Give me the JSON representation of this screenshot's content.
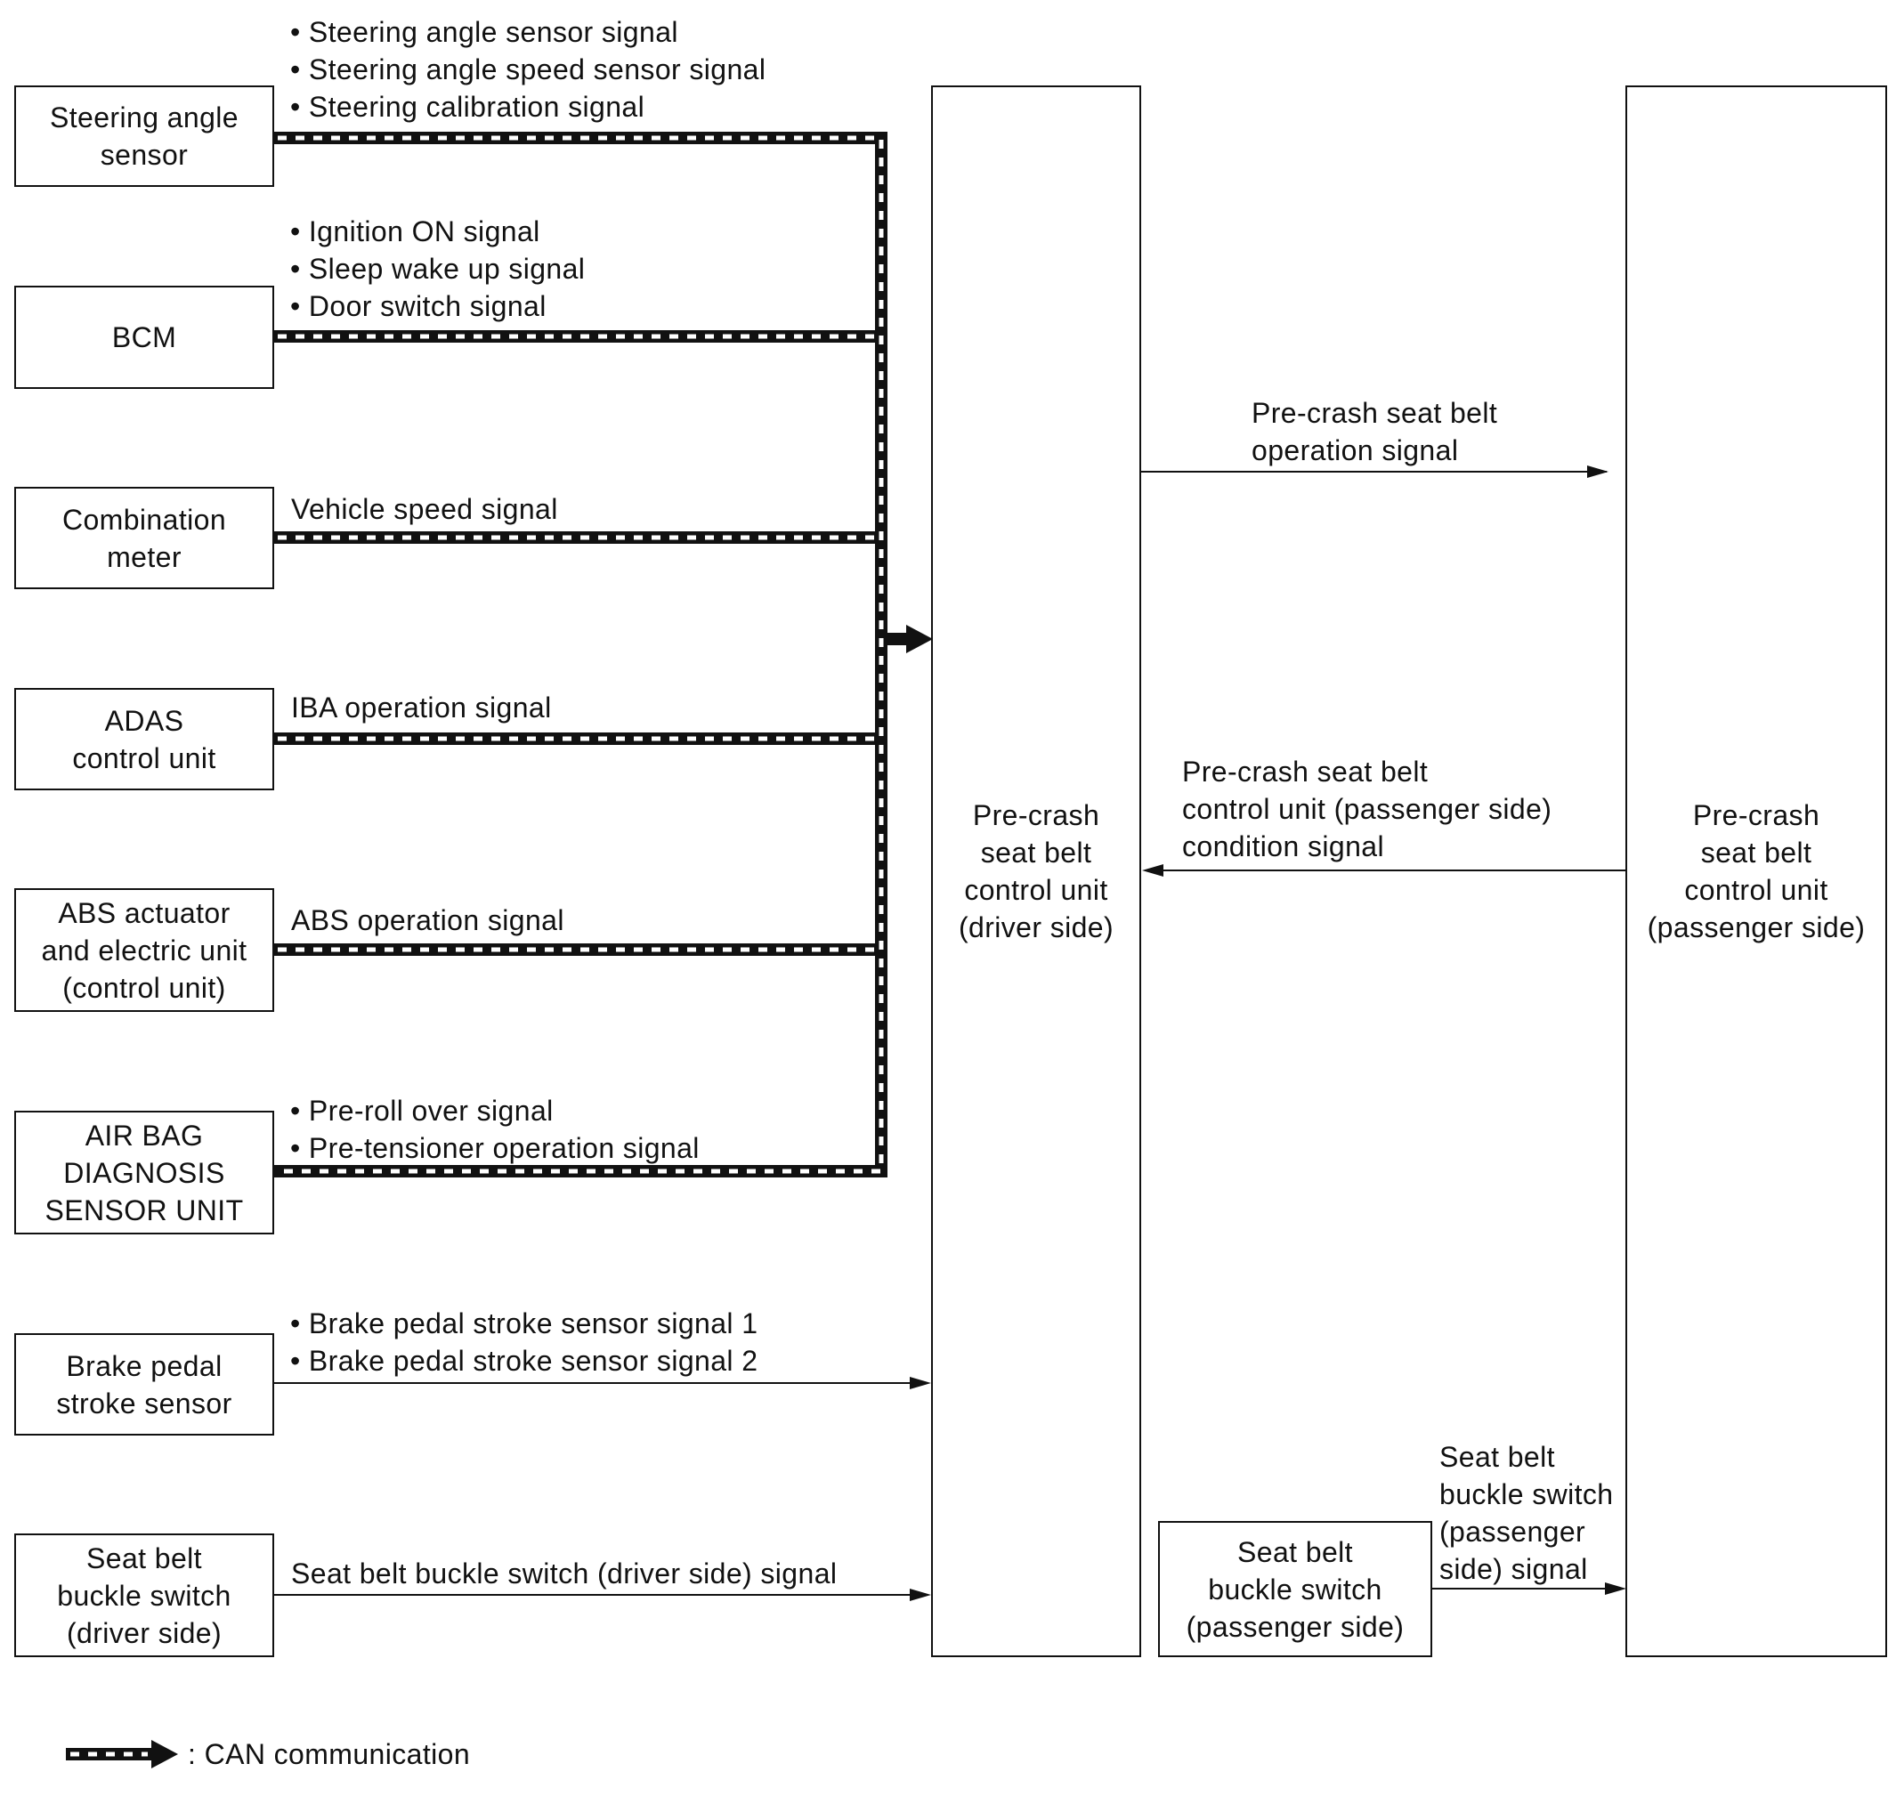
{
  "nodes": {
    "steering": "Steering angle\nsensor",
    "bcm": "BCM",
    "combo": "Combination\nmeter",
    "adas": "ADAS\ncontrol unit",
    "abs": "ABS actuator\nand electric unit\n(control unit)",
    "airbag": "AIR BAG\nDIAGNOSIS\nSENSOR UNIT",
    "brake": "Brake pedal\nstroke sensor",
    "sb_driver": "Seat belt\nbuckle switch\n(driver side)",
    "driver_unit": "Pre-crash\nseat belt\ncontrol unit\n(driver side)",
    "passenger_unit": "Pre-crash\nseat belt\ncontrol unit\n(passenger side)",
    "sb_passenger": "Seat belt\nbuckle switch\n(passenger side)"
  },
  "signals": {
    "steering": "• Steering angle sensor signal\n• Steering angle speed sensor signal\n• Steering calibration signal",
    "bcm": "• Ignition ON signal\n• Sleep wake up signal\n• Door switch signal",
    "combo": "Vehicle speed signal",
    "adas": "IBA operation signal",
    "abs": "ABS operation signal",
    "airbag": "• Pre-roll over signal\n• Pre-tensioner operation signal",
    "brake": "• Brake pedal stroke sensor signal 1\n• Brake pedal stroke sensor signal 2",
    "sb_driver": "Seat belt buckle switch (driver side) signal",
    "operation": "Pre-crash seat belt\noperation signal",
    "condition": "Pre-crash seat belt\ncontrol unit (passenger side)\ncondition signal",
    "sb_passenger": "Seat belt\nbuckle switch\n(passenger\nside) signal"
  },
  "legend": {
    "text": ": CAN communication"
  }
}
